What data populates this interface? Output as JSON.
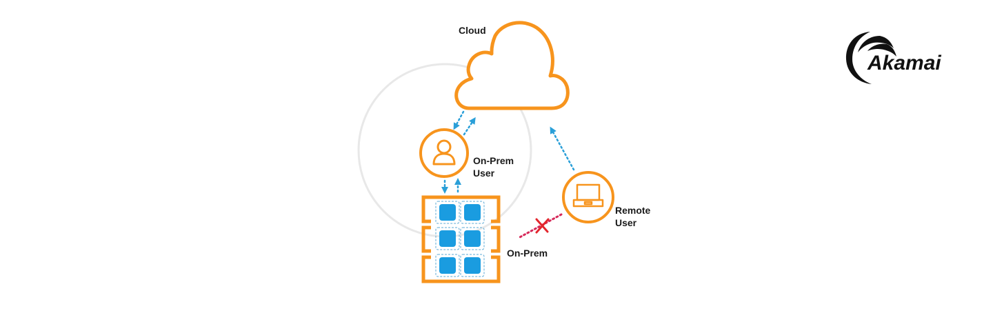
{
  "labels": {
    "cloud": "Cloud",
    "onprem_user_line1": "On-Prem",
    "onprem_user_line2": "User",
    "remote_user_line1": "Remote",
    "remote_user_line2": "User",
    "onprem": "On-Prem"
  },
  "logo": {
    "text": "Akamai",
    "icon": "akamai-swoosh-icon"
  },
  "icons": {
    "cloud": "cloud-icon",
    "onprem_user": "user-icon",
    "remote_user": "laptop-icon",
    "onprem": "datacenter-icon",
    "blocked": "x-icon"
  },
  "connections": [
    {
      "from": "On-Prem User",
      "to": "Cloud",
      "style": "dotted-bidirectional",
      "status": "allowed"
    },
    {
      "from": "On-Prem User",
      "to": "On-Prem",
      "style": "dotted-bidirectional",
      "status": "allowed"
    },
    {
      "from": "Remote User",
      "to": "Cloud",
      "style": "dotted-arrow",
      "status": "allowed"
    },
    {
      "from": "Remote User",
      "to": "On-Prem",
      "style": "dotted",
      "status": "blocked"
    }
  ],
  "colors": {
    "orange": "#F7941D",
    "blue": "#2A9FD8",
    "tile": "#1A9CE0",
    "red": "#E3262D",
    "pink_dots": "#D6295A",
    "ring": "#E8E8E8",
    "text": "#1a1a1a"
  }
}
